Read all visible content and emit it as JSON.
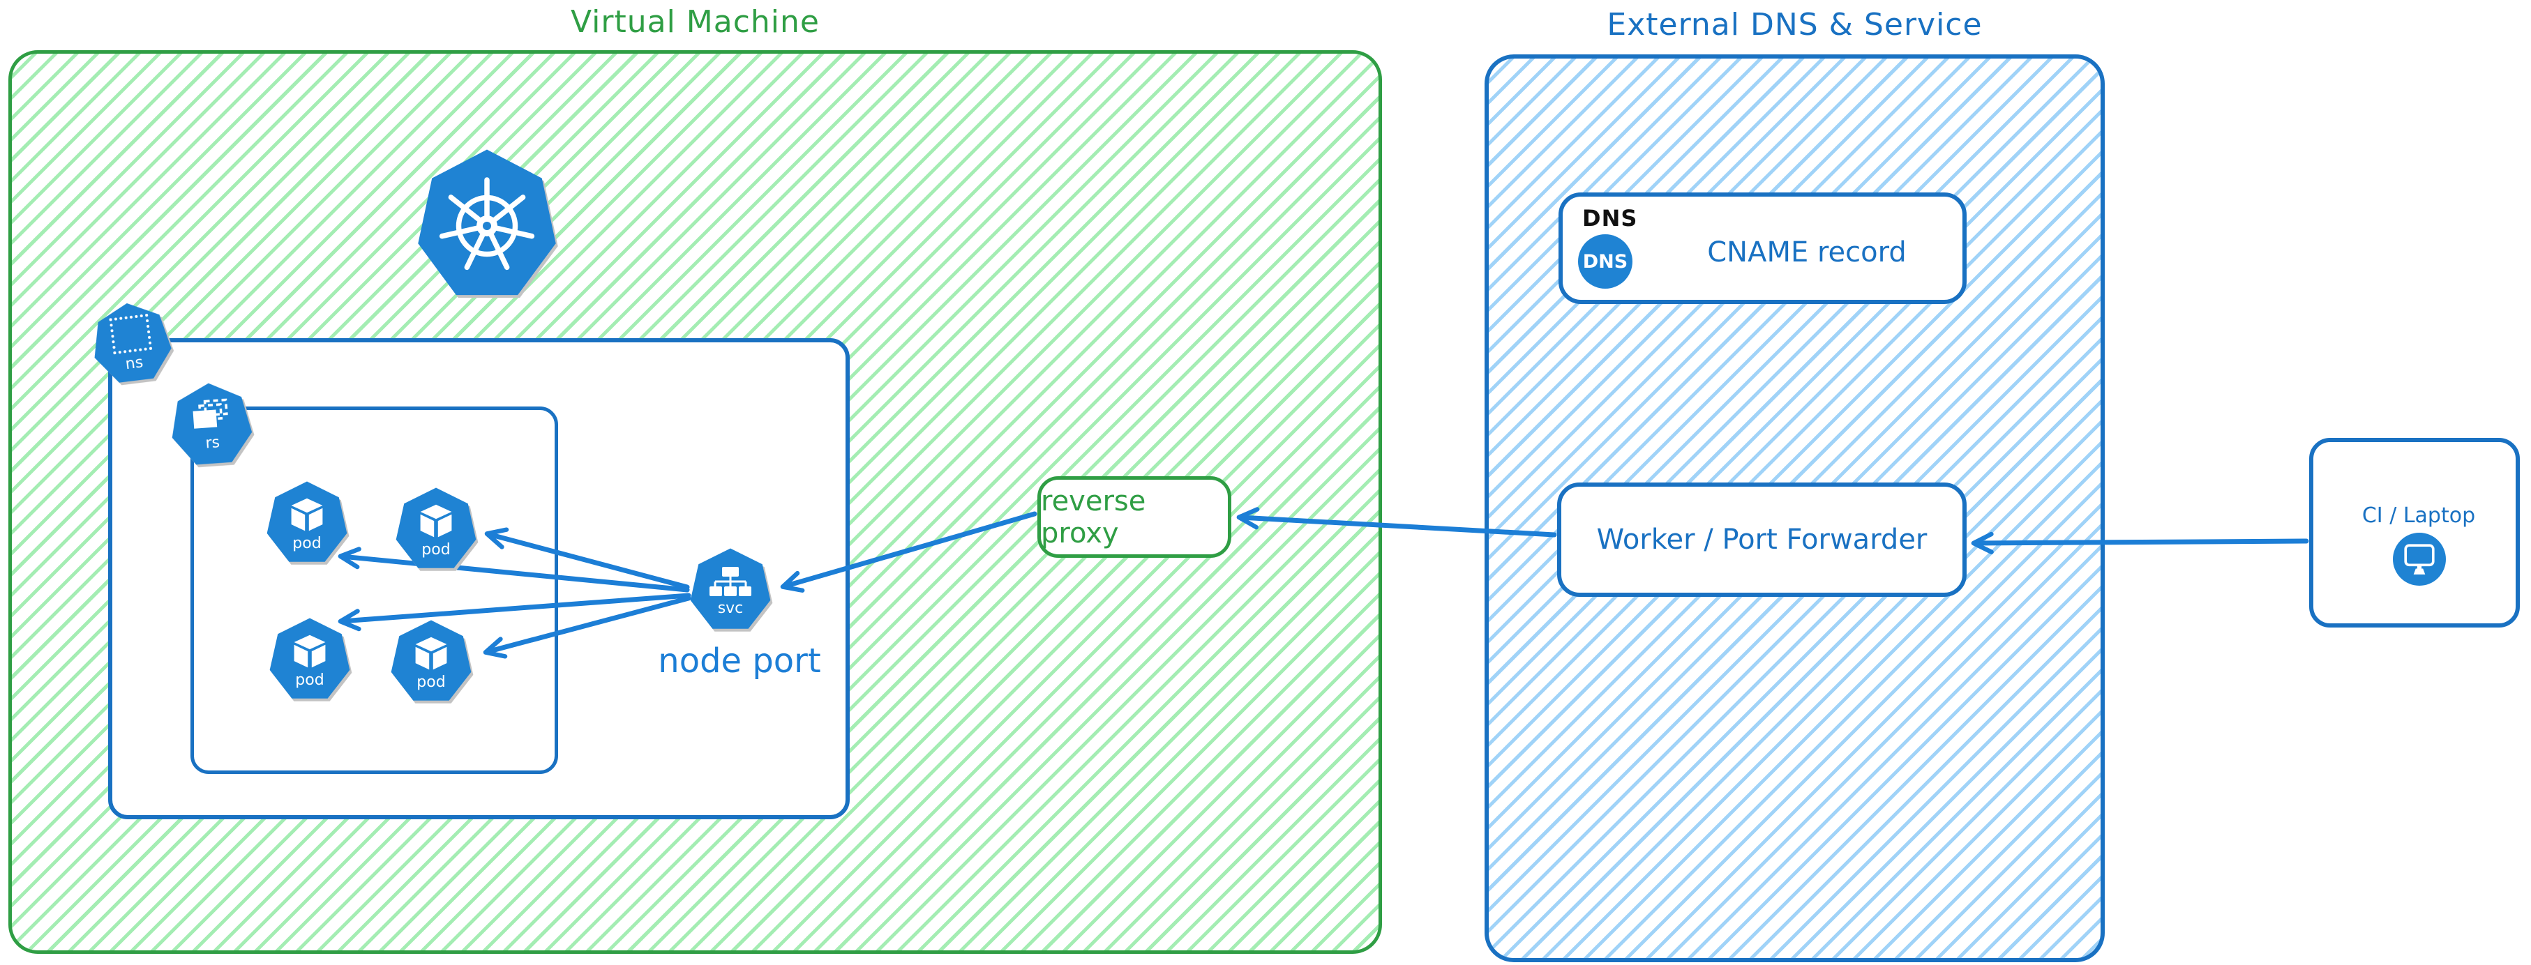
{
  "vm": {
    "title": "Virtual Machine"
  },
  "external": {
    "title": "External DNS & Service",
    "dns_card": {
      "tag": "DNS",
      "badge": "DNS",
      "record": "CNAME record"
    },
    "worker": {
      "label": "Worker / Port Forwarder"
    }
  },
  "client": {
    "label": "CI / Laptop"
  },
  "reverse_proxy": {
    "label": "reverse proxy"
  },
  "namespace": {
    "label": "ns"
  },
  "replicaset": {
    "label": "rs"
  },
  "service": {
    "label": "svc",
    "caption": "node port"
  },
  "pods": [
    {
      "label": "pod"
    },
    {
      "label": "pod"
    },
    {
      "label": "pod"
    },
    {
      "label": "pod"
    }
  ],
  "icons": {
    "kubernetes_logo": "kubernetes-wheel",
    "namespace": "dotted-square",
    "replicaset": "stacked-rectangles",
    "pod": "cube",
    "service": "tree-hierarchy",
    "dns": "dns-circle-badge",
    "client": "monitor"
  },
  "colors": {
    "green_stroke": "#2f9e44",
    "green_hatch": "#a4edb3",
    "blue_stroke": "#1971c2",
    "blue_hatch": "#a0d3f8",
    "icon_blue": "#1f83d3",
    "arrow_blue": "#1c7ed6",
    "dns_tag_black": "#111111"
  }
}
